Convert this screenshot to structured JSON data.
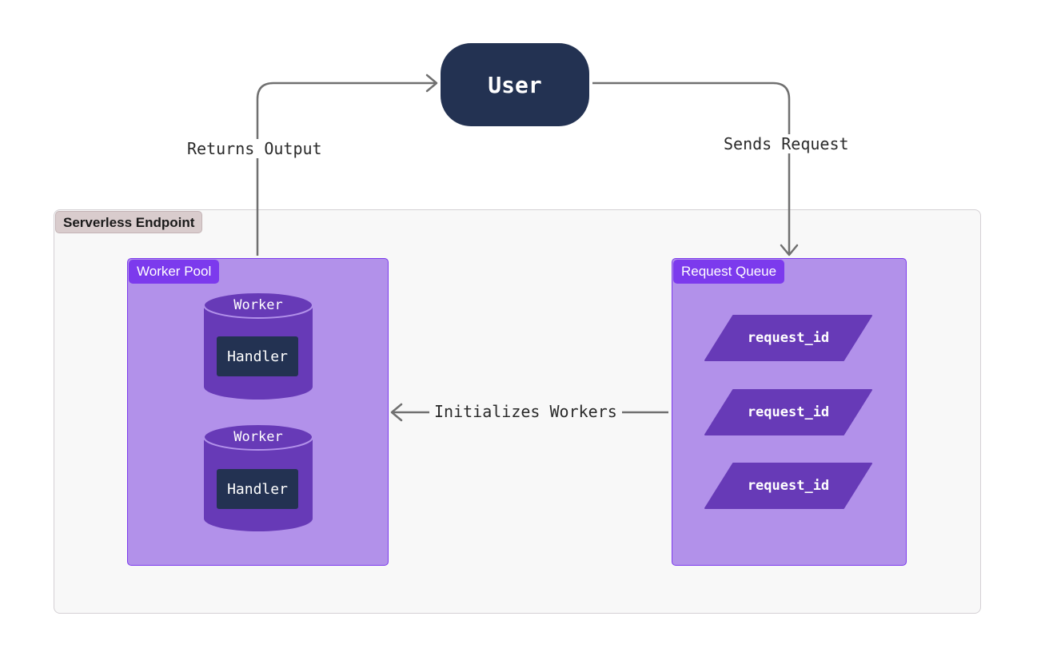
{
  "diagram": {
    "user": {
      "label": "User"
    },
    "endpoint": {
      "label": "Serverless Endpoint"
    },
    "worker_pool": {
      "label": "Worker Pool",
      "workers": [
        {
          "label": "Worker",
          "handler": "Handler"
        },
        {
          "label": "Worker",
          "handler": "Handler"
        }
      ]
    },
    "request_queue": {
      "label": "Request Queue",
      "requests": [
        "request_id",
        "request_id",
        "request_id"
      ]
    },
    "edges": {
      "returns_output": "Returns Output",
      "sends_request": "Sends Request",
      "initializes_workers": "Initializes Workers"
    },
    "colors": {
      "user_fill": "#233252",
      "container_fill": "#b291ea",
      "accent": "#7c3aed",
      "dark_purple": "#673ab7",
      "edge": "#707070"
    }
  }
}
